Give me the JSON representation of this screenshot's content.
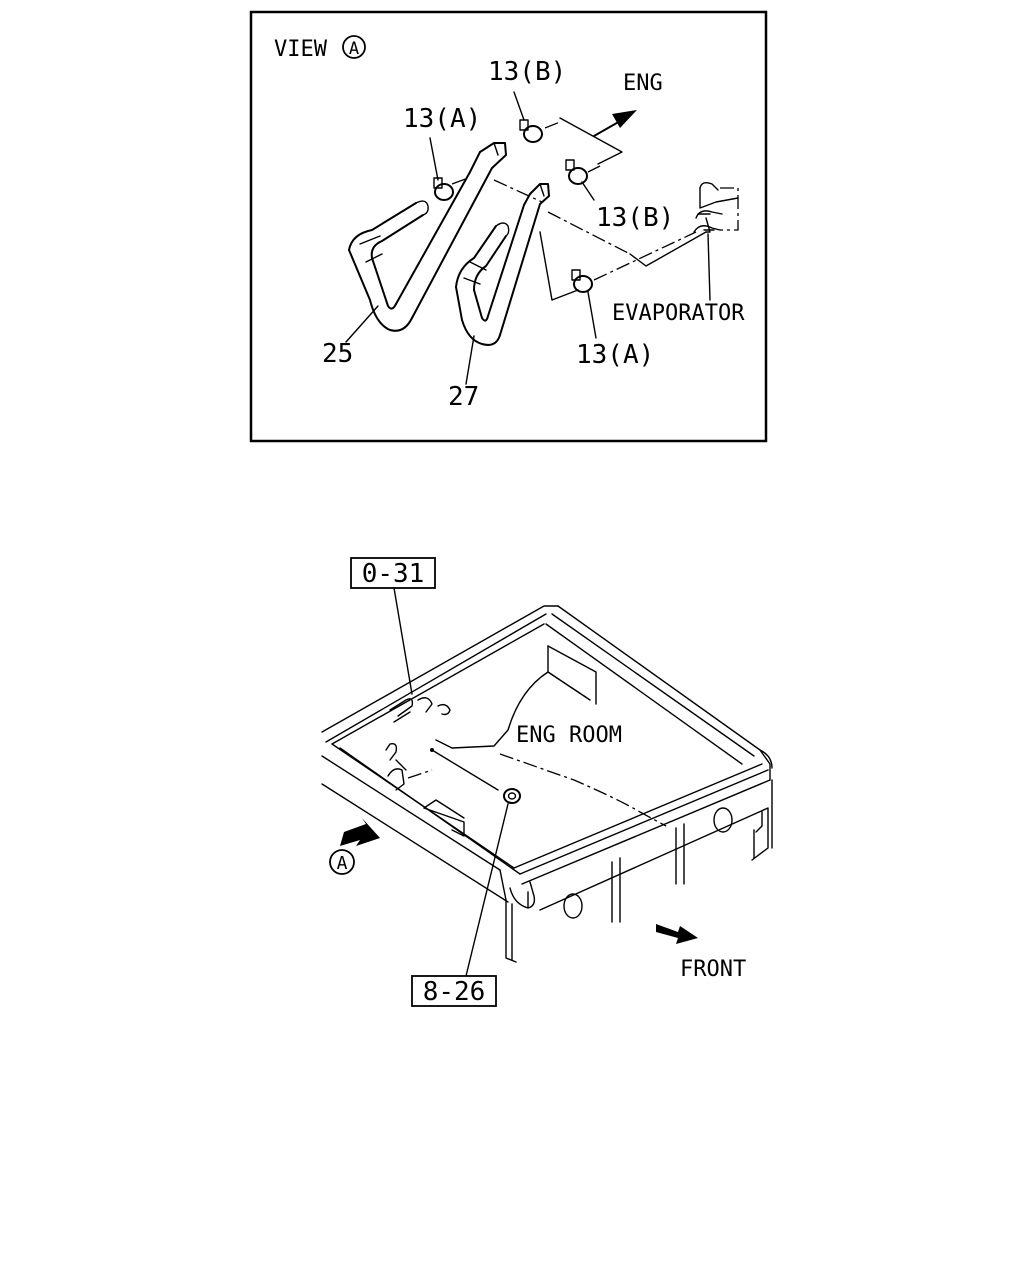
{
  "view_a": {
    "title": "VIEW",
    "title_marker": "A",
    "labels": {
      "hose_25": "25",
      "hose_27": "27",
      "clamp_a_top": "13(A)",
      "clamp_b_top": "13(B)",
      "clamp_b_right": "13(B)",
      "clamp_a_bottom": "13(A)",
      "eng": "ENG",
      "evaporator": "EVAPORATOR"
    }
  },
  "overview": {
    "ref_top": "0-31",
    "ref_bottom": "8-26",
    "eng_room": "ENG ROOM",
    "front": "FRONT",
    "view_marker": "A"
  }
}
